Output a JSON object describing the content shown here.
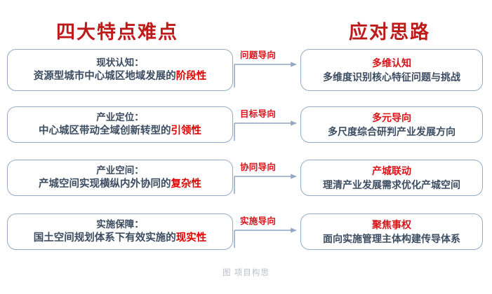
{
  "headings": {
    "left": "四大特点难点",
    "right": "应对思路"
  },
  "rows": [
    {
      "left": {
        "line1": "现状认知：",
        "line2_plain": "资源型城市中心城区地域发展的",
        "line2_highlight": "阶段性"
      },
      "connector": {
        "label": "问题导向"
      },
      "right": {
        "line1": "多维认知",
        "line2": "多维度识别核心特征问题与挑战"
      }
    },
    {
      "left": {
        "line1": "产业定位：",
        "line2_plain": "中心城区带动全域创新转型的",
        "line2_highlight": "引领性"
      },
      "connector": {
        "label": "目标导向"
      },
      "right": {
        "line1": "多元导向",
        "line2": "多尺度综合研判产业发展方向"
      }
    },
    {
      "left": {
        "line1": "产业空间：",
        "line2_plain": "产城空间实现横纵内外协同的",
        "line2_highlight": "复杂性"
      },
      "connector": {
        "label": "协同导向"
      },
      "right": {
        "line1": "产城联动",
        "line2": "理清产业发展需求优化产城空间"
      }
    },
    {
      "left": {
        "line1": "实施保障：",
        "line2_plain": "国土空间规划体系下有效实施的",
        "line2_highlight": "现实性"
      },
      "connector": {
        "label": "实施导向"
      },
      "right": {
        "line1": "聚焦事权",
        "line2": "面向实施管理主体构建传导体系"
      }
    }
  ],
  "caption": "图 项目构思",
  "colors": {
    "heading_red": "#BE1A1A",
    "accent_red": "#D8141A",
    "highlight_red": "#E00000",
    "body_navy": "#3C4C61",
    "border_blue": "#93ABC6",
    "connector_blue": "#8FA6C4",
    "caption_gray": "#B9BEC6",
    "background": "#FFFFFF"
  }
}
